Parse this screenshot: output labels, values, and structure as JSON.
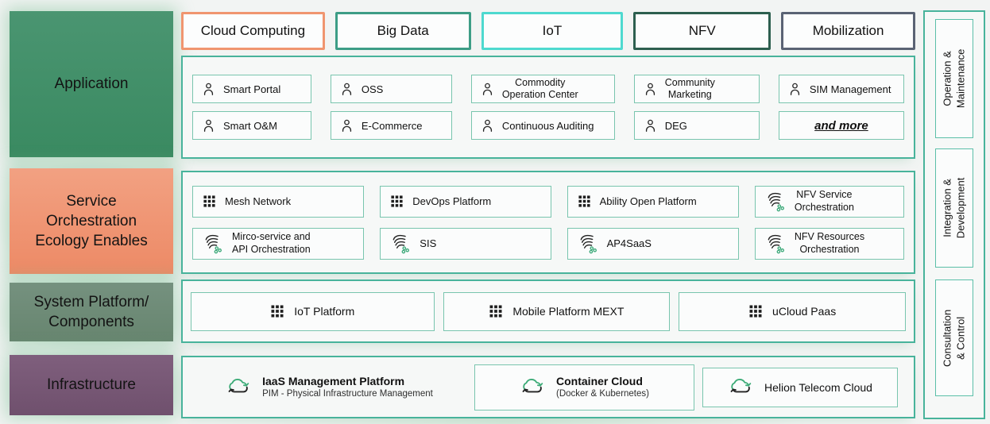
{
  "colors": {
    "panel_border_teal": "#48b39b",
    "item_border_teal": "#79c5ae",
    "application_block_green": "#3f8f66",
    "service_block_salmon": "#f0946f",
    "system_block_gray_green": "#6e8b77",
    "infrastructure_block_purple": "#775775",
    "icon_green_accent": "#3aa878",
    "icon_black": "#222222"
  },
  "left_column": {
    "blocks": [
      {
        "label": "Application"
      },
      {
        "label": "Service\nOrchestration\nEcology Enables"
      },
      {
        "label": "System Platform/\nComponents"
      },
      {
        "label": "Infrastructure"
      }
    ]
  },
  "top_categories": [
    {
      "label": "Cloud Computing",
      "border_color": "#f0956f"
    },
    {
      "label": "Big Data",
      "border_color": "#3d9d86"
    },
    {
      "label": "IoT",
      "border_color": "#4ed9cf"
    },
    {
      "label": "NFV",
      "border_color": "#2d5f4f"
    },
    {
      "label": "Mobilization",
      "border_color": "#5a6374"
    }
  ],
  "application": {
    "row1": [
      {
        "icon": "person-icon",
        "label": "Smart Portal"
      },
      {
        "icon": "person-icon",
        "label": "OSS"
      },
      {
        "icon": "person-icon",
        "label": "Commodity\nOperation Center"
      },
      {
        "icon": "person-icon",
        "label": "Community\nMarketing"
      },
      {
        "icon": "person-icon",
        "label": "SIM Management"
      }
    ],
    "row2": [
      {
        "icon": "person-icon",
        "label": "Smart O&M"
      },
      {
        "icon": "person-icon",
        "label": "E-Commerce"
      },
      {
        "icon": "person-icon",
        "label": "Continuous Auditing"
      },
      {
        "icon": "person-icon",
        "label": "DEG"
      },
      {
        "icon": "none",
        "label": "and more"
      }
    ]
  },
  "service_orchestration": {
    "row1": [
      {
        "icon": "grid-icon",
        "label": "Mesh Network"
      },
      {
        "icon": "grid-icon",
        "label": "DevOps Platform"
      },
      {
        "icon": "grid-icon",
        "label": "Ability Open Platform"
      },
      {
        "icon": "orchestration-icon",
        "label": "NFV Service\nOrchestration"
      }
    ],
    "row2": [
      {
        "icon": "orchestration-icon",
        "label": "Mirco-service and\nAPI Orchestration"
      },
      {
        "icon": "orchestration-icon",
        "label": "SIS"
      },
      {
        "icon": "orchestration-icon",
        "label": "AP4SaaS"
      },
      {
        "icon": "orchestration-icon",
        "label": "NFV Resources\nOrchestration"
      }
    ]
  },
  "system_platform": {
    "items": [
      {
        "icon": "grid-icon",
        "label": "IoT Platform"
      },
      {
        "icon": "grid-icon",
        "label": "Mobile Platform MEXT"
      },
      {
        "icon": "grid-icon",
        "label": "uCloud Paas"
      }
    ]
  },
  "infrastructure": {
    "items": [
      {
        "icon": "cloud-sync-icon",
        "title": "IaaS Management Platform",
        "subtitle": "PIM - Physical Infrastructure Management"
      },
      {
        "icon": "cloud-sync-icon",
        "title": "Container Cloud",
        "subtitle": "(Docker & Kubernetes)"
      },
      {
        "icon": "cloud-sync-icon",
        "title": "Helion Telecom Cloud"
      }
    ]
  },
  "right_sidebar": {
    "items": [
      {
        "label": "Operation &\nMaintenance"
      },
      {
        "label": "Integration &\nDevelopment"
      },
      {
        "label": "Consultation & Control"
      }
    ]
  }
}
